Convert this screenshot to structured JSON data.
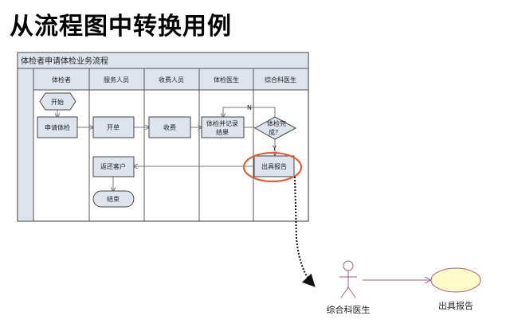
{
  "title": "从流程图中转换用例",
  "flowchart": {
    "title": "体检者申请体检业务流程",
    "lanes": [
      "体检者",
      "服务人员",
      "收费人员",
      "体检医生",
      "综合科医生"
    ],
    "nodes": {
      "start": "开始",
      "apply": "申请体检",
      "order": "开单",
      "charge": "收费",
      "exam_line1": "体检并记录",
      "exam_line2": "结果",
      "decision_line1": "体检完",
      "decision_line2": "成？",
      "report": "出具报告",
      "return": "返还客户",
      "end": "结束"
    },
    "labels": {
      "no": "N",
      "yes": "Y"
    },
    "highlight_color": "#d9643a"
  },
  "use_case": {
    "actor": "综合科医生",
    "use_case": "出具报告",
    "actor_color": "#a06080",
    "ellipse_fill": "#fdfbc8"
  }
}
